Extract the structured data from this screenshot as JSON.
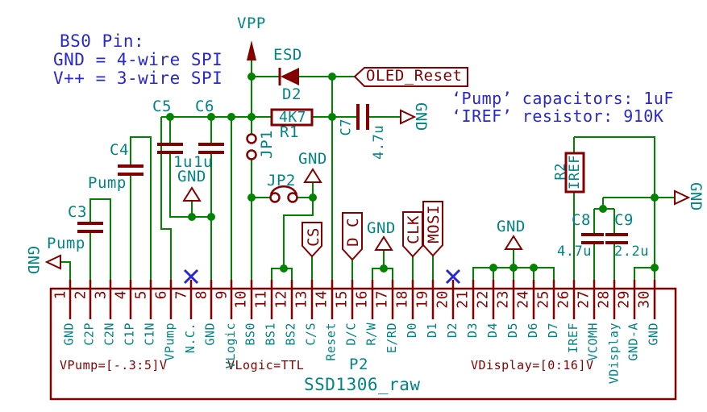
{
  "notes": {
    "bs0_title": "BS0 Pin:",
    "bs0_line2": "GND = 4-wire SPI",
    "bs0_line3": "V++ = 3-wire SPI",
    "pump_note": "‘Pump’ capacitors: 1uF",
    "iref_note": "‘IREF’ resistor: 910K"
  },
  "power": {
    "vpp": "VPP",
    "gnd": "GND"
  },
  "components": {
    "c3": {
      "ref": "C3",
      "value": "Pump"
    },
    "c4": {
      "ref": "C4",
      "value": "Pump"
    },
    "c5": {
      "ref": "C5",
      "value": "1u"
    },
    "c6": {
      "ref": "C6",
      "value": "1u"
    },
    "c7": {
      "ref": "C7",
      "value": "4.7u"
    },
    "c8": {
      "ref": "C8",
      "value": "4.7u"
    },
    "c9": {
      "ref": "C9",
      "value": "2.2u"
    },
    "r1": {
      "ref": "R1",
      "value": "4K7"
    },
    "r2": {
      "ref": "R2",
      "value": "IREF"
    },
    "d2": {
      "ref": "D2",
      "value": "ESD"
    },
    "jp1": {
      "ref": "JP1"
    },
    "jp2": {
      "ref": "JP2"
    }
  },
  "labels": {
    "oled_reset": "OLED_Reset",
    "cs": "CS",
    "d_c": "D_C",
    "clk": "CLK",
    "mosi": "MOSI"
  },
  "chip": {
    "ref": "P2",
    "value": "SSD1306_raw",
    "note_vpump": "VPump=[-.3:5]V",
    "note_vlogic": "VLogic=TTL",
    "note_vdisplay": "VDisplay=[0:16]V",
    "pins": [
      {
        "num": "1",
        "name": "GND"
      },
      {
        "num": "2",
        "name": "C2P"
      },
      {
        "num": "3",
        "name": "C2N"
      },
      {
        "num": "4",
        "name": "C1P"
      },
      {
        "num": "5",
        "name": "C1N"
      },
      {
        "num": "6",
        "name": "VPump"
      },
      {
        "num": "7",
        "name": "N.C."
      },
      {
        "num": "8",
        "name": "GND"
      },
      {
        "num": "9",
        "name": "VLogic"
      },
      {
        "num": "10",
        "name": "BS0"
      },
      {
        "num": "11",
        "name": "BS1"
      },
      {
        "num": "12",
        "name": "BS2"
      },
      {
        "num": "13",
        "name": "C/S"
      },
      {
        "num": "14",
        "name": "Reset"
      },
      {
        "num": "15",
        "name": "D/C"
      },
      {
        "num": "16",
        "name": "R/W"
      },
      {
        "num": "17",
        "name": "E/RD"
      },
      {
        "num": "18",
        "name": "D0"
      },
      {
        "num": "19",
        "name": "D1"
      },
      {
        "num": "20",
        "name": "D2"
      },
      {
        "num": "21",
        "name": "D3"
      },
      {
        "num": "22",
        "name": "D4"
      },
      {
        "num": "23",
        "name": "D5"
      },
      {
        "num": "24",
        "name": "D6"
      },
      {
        "num": "25",
        "name": "D7"
      },
      {
        "num": "26",
        "name": "IREF"
      },
      {
        "num": "27",
        "name": "VCOMH"
      },
      {
        "num": "28",
        "name": "VDisplay"
      },
      {
        "num": "29",
        "name": "GND-A"
      },
      {
        "num": "30",
        "name": "GND"
      }
    ]
  }
}
